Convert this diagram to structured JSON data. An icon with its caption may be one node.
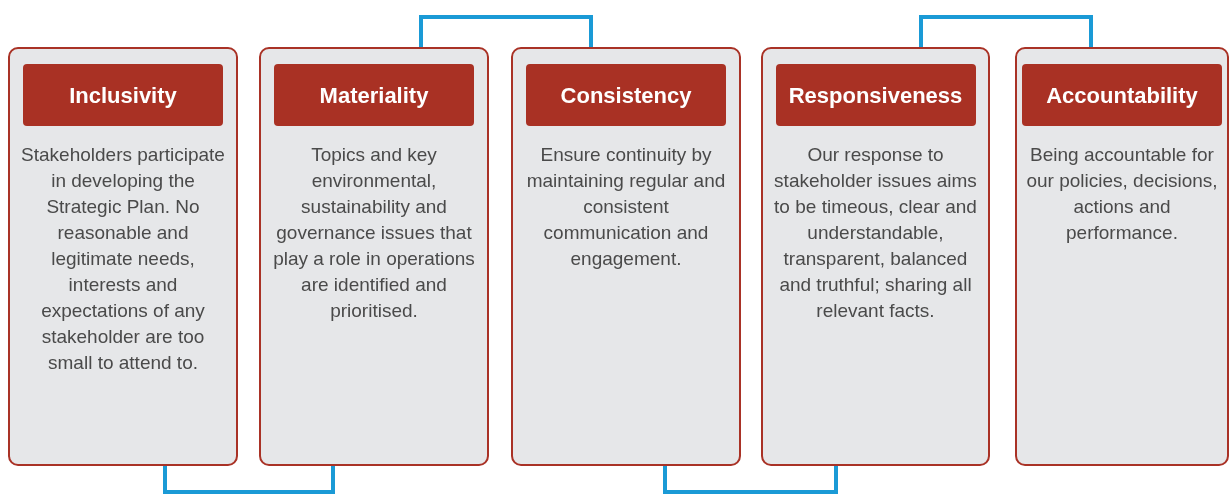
{
  "diagram": {
    "nodes": [
      {
        "text": [
          "Stakeholders participate in developing the Strategic Plan. No reasonable and legitimate needs, interests and expectations of any stakeholder are too small to attend to."
        ]
      },
      {
        "text": [
          "Inclusivity"
        ],
        "in": 0
      },
      {
        "text": [
          "Topics and key environmental, sustainability and governance issues that play a role in operations are identified and prioritised."
        ]
      },
      {
        "text": [
          "Materiality"
        ],
        "in": 2
      },
      {
        "text": [
          "Ensure continuity by maintaining regular and consistent communication and engagement."
        ]
      },
      {
        "text": [
          "Consistency"
        ],
        "in": 4
      },
      {
        "text": [
          "Our response to stakeholder issues aims to be timeous, clear and understandable, transparent, balanced and truthful; sharing all relevant facts."
        ]
      },
      {
        "text": [
          "Responsiveness"
        ],
        "in": 6
      },
      {
        "text": [
          "Being accountable for our policies, decisions, actions and performance."
        ]
      },
      {
        "text": [
          "Accountability"
        ],
        "in": 8
      }
    ],
    "edges": [
      {
        "from": 0,
        "to": 2,
        "arrow": "none"
      },
      {
        "from": 2,
        "to": 4,
        "arrow": "none"
      },
      {
        "from": 4,
        "to": 6,
        "arrow": "none"
      },
      {
        "from": 6,
        "to": 8,
        "arrow": "none"
      }
    ]
  }
}
